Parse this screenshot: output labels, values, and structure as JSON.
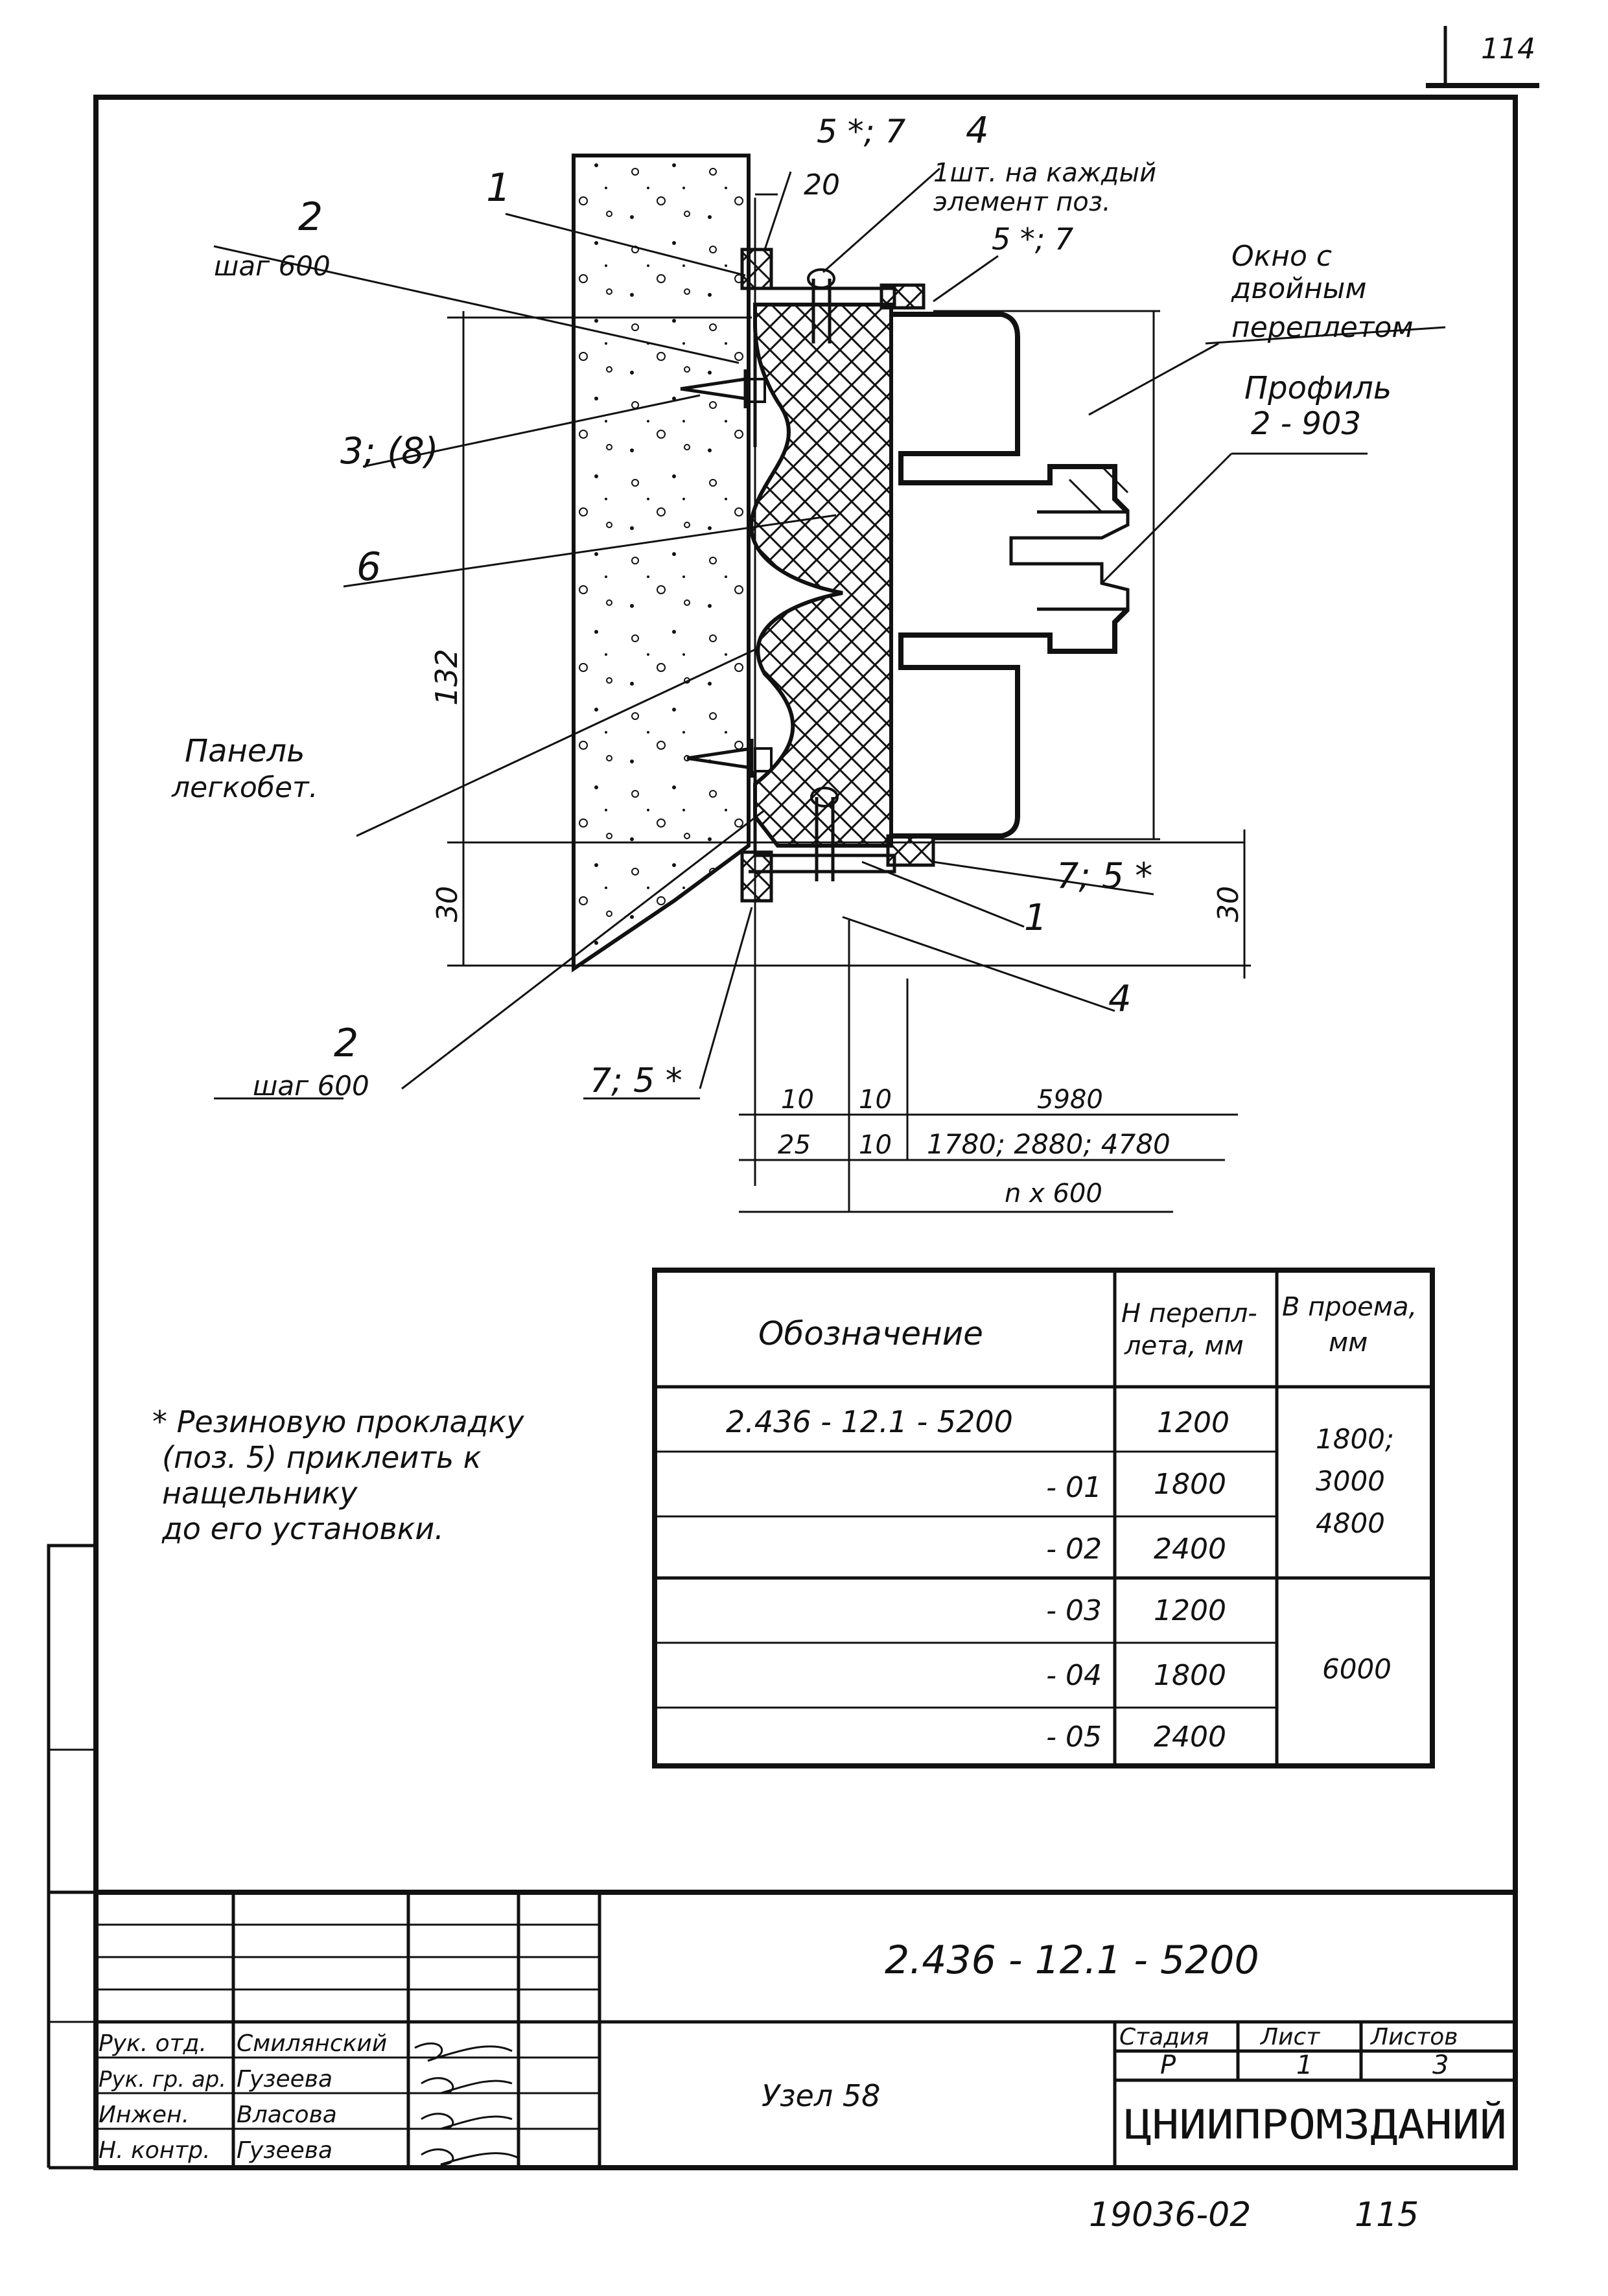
{
  "page": {
    "page_number_top": "114",
    "archive_number": "19036-02",
    "sheet_number_bottom": "115"
  },
  "drawing": {
    "callouts": {
      "c1_top": "1",
      "c2_top": "2",
      "c2_top_step": "шаг 600",
      "c3": "3; (8)",
      "c6": "6",
      "panel_line1": "Панель",
      "panel_line2": "легкобет.",
      "c2_bottom": "2",
      "c2_bottom_step": "шаг 600",
      "c75_bottom": "7; 5 *",
      "c57_top": "5 *; 7",
      "c4_top": "4",
      "c4_top_note1": "1шт. на каждый",
      "c4_top_note2": "элемент поз.",
      "c57_mid": "5 *; 7",
      "window_line1": "Окно с",
      "window_line2": "двойным",
      "window_line3": "переплетом",
      "profile_line1": "Профиль",
      "profile_line2": "2 - 903",
      "c75_right": "7; 5 *",
      "c1_bottom": "1",
      "c4_bottom": "4"
    },
    "dims": {
      "d20": "20",
      "d132": "132",
      "d30_left": "30",
      "d30_right": "30",
      "d10a": "10",
      "d10b": "10",
      "d5980": "5980",
      "d25": "25",
      "d10c": "10",
      "d_widths": "1780; 2880; 4780",
      "d_nx600": "n x 600"
    },
    "icons": {
      "insulation": "crosshatch-insulation-icon",
      "concrete": "lightweight-concrete-texture-icon",
      "fastener": "screw-anchor-icon"
    }
  },
  "note": {
    "line1": "* Резиновую прокладку",
    "line2": "(поз. 5) приклеить к",
    "line3": "нащельнику",
    "line4": "до его установки."
  },
  "spec_table": {
    "headers": {
      "designation": "Обозначение",
      "h_line1": "H перепл-",
      "h_line2": "лета, мм",
      "b_line1": "B проема,",
      "b_line2": "мм"
    },
    "rows": [
      {
        "designation": "2.436 - 12.1 - 5200",
        "h": "1200"
      },
      {
        "designation": "- 01",
        "h": "1800"
      },
      {
        "designation": "- 02",
        "h": "2400"
      },
      {
        "designation": "- 03",
        "h": "1200"
      },
      {
        "designation": "- 04",
        "h": "1800"
      },
      {
        "designation": "- 05",
        "h": "2400"
      }
    ],
    "b_group1": [
      "1800;",
      "3000",
      "4800"
    ],
    "b_group2": "6000"
  },
  "title_block": {
    "doc_code": "2.436 - 12.1 - 5200",
    "node_name": "Узел 58",
    "stage_label": "Стадия",
    "sheet_label": "Лист",
    "sheets_label": "Листов",
    "stage": "Р",
    "sheet": "1",
    "sheets": "3",
    "org": "ЦНИИПРОМЗДАНИЙ",
    "signers": [
      {
        "role": "Рук. отд.",
        "name": "Смилянский"
      },
      {
        "role": "Рук. гр. ар.",
        "name": "Гузеева"
      },
      {
        "role": "Инжен.",
        "name": "Власова"
      },
      {
        "role": "Н. контр.",
        "name": "Гузеева"
      }
    ]
  }
}
